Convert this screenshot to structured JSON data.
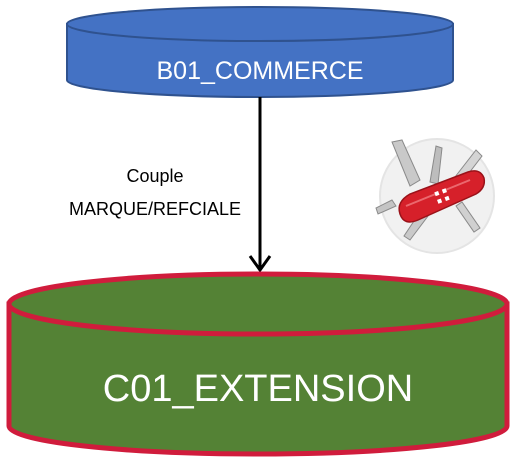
{
  "nodes": {
    "source": {
      "label": "B01_COMMERCE"
    },
    "target": {
      "label": "C01_EXTENSION"
    }
  },
  "edge": {
    "label_line1": "Couple",
    "label_line2": "MARQUE/REFCIALE"
  },
  "icon": {
    "name": "swiss-army-knife-icon"
  },
  "colors": {
    "source_fill": "#4472c4",
    "source_stroke": "#2f528f",
    "target_fill": "#548235",
    "target_stroke": "#d01c3c",
    "arrow": "#000000",
    "text_light": "#ffffff",
    "text_dark": "#000000",
    "knife_red": "#d6202a"
  }
}
